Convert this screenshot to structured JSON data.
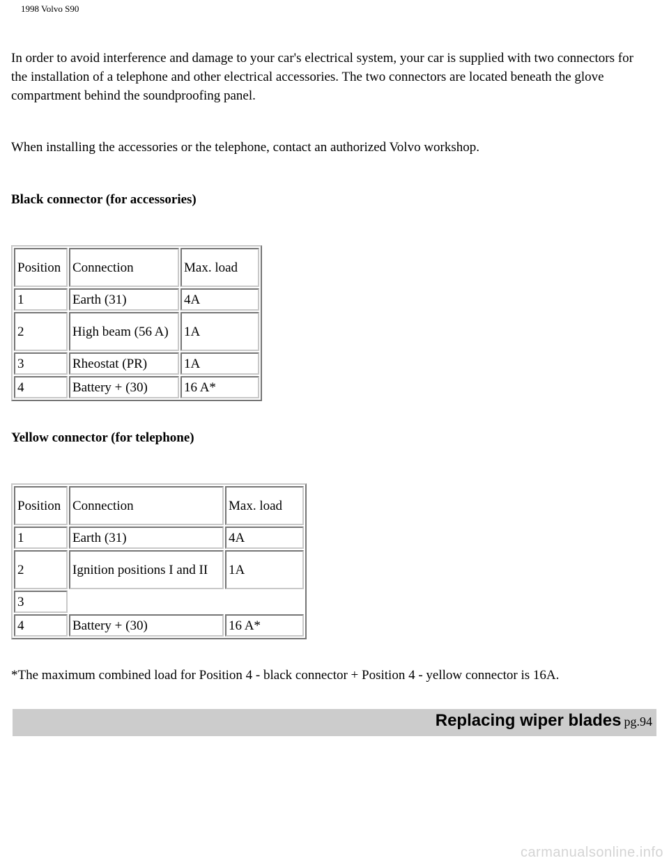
{
  "header": {
    "title": "1998 Volvo S90"
  },
  "intro": {
    "para1": "In order to avoid interference and damage to your car's electrical system, your car is supplied with two connectors for the installation of a telephone and other electrical accessories. The two connectors are located beneath the glove compartment behind the soundproofing panel.",
    "para2": "When installing the accessories or the telephone, contact an authorized Volvo workshop."
  },
  "black_connector": {
    "heading": "Black connector (for accessories)",
    "columns": [
      "Position",
      "Connection",
      "Max. load"
    ],
    "rows": [
      [
        "1",
        "Earth (31)",
        "4A"
      ],
      [
        "2",
        "High beam (56 A)",
        "1A"
      ],
      [
        "3",
        "Rheostat (PR)",
        "1A"
      ],
      [
        "4",
        "Battery + (30)",
        "16 A*"
      ]
    ]
  },
  "yellow_connector": {
    "heading": "Yellow connector (for telephone)",
    "columns": [
      "Position",
      "Connection",
      "Max. load"
    ],
    "rows": [
      [
        "1",
        "Earth (31)",
        "4A"
      ],
      [
        "2",
        "Ignition positions I and II",
        "1A"
      ],
      [
        "3",
        "",
        ""
      ],
      [
        "4",
        "Battery + (30)",
        "16 A*"
      ]
    ]
  },
  "footnote": "*The maximum combined load for Position 4 - black connector + Position 4 - yellow connector is 16A.",
  "footer": {
    "link_label": "Replacing wiper blades",
    "page": "pg.94"
  },
  "watermark": "carmanualsonline.info"
}
